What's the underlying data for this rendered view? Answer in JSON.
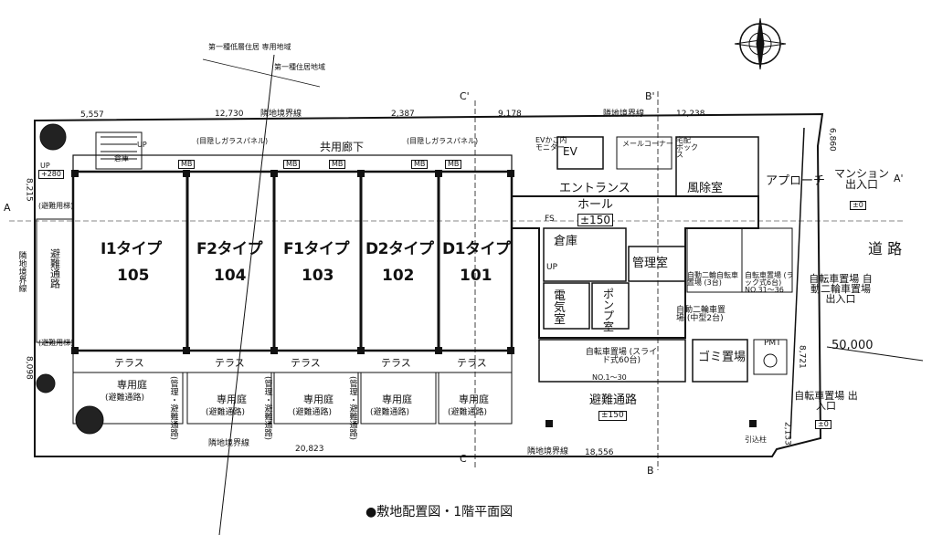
{
  "caption": "●敷地配置図・1階平面図",
  "road": "道 路",
  "road_width": "50,000",
  "units": [
    {
      "type": "I1タイプ",
      "number": "105"
    },
    {
      "type": "F2タイプ",
      "number": "104"
    },
    {
      "type": "F1タイプ",
      "number": "103"
    },
    {
      "type": "D2タイプ",
      "number": "102"
    },
    {
      "type": "D1タイプ",
      "number": "101"
    }
  ],
  "terrace": "テラス",
  "private_garden": "専用庭",
  "private_garden_note": "(避難通路)",
  "corridor": "共用廊下",
  "glass_panel": "(目隠しガラスパネル)",
  "entrance": "エントランス",
  "hall": "ホール",
  "wind_room": "風除室",
  "approach": "アプローチ",
  "mansion_entrance": "マンション 出入口",
  "storage": "倉庫",
  "management_room": "管理室",
  "electric_room": "電気室",
  "pump_room": "ポンプ室",
  "ev": "EV",
  "ev_monitor": "EVかご内 モニター",
  "mail_corner": "メールコーナー",
  "delivery_box": "宅配 ボックス",
  "trash": "ゴミ置場",
  "evac_path": "避難通路",
  "evac_path_left": "避難通路",
  "evac_stair": "(避難用梯)",
  "evac_stair2": "(避難用梯)",
  "bicycle_parking": "自転車置場 (スライド式60台)",
  "bicycle_no": "NO.1〜30",
  "bike_mid": "自動二輪車置場 (中型2台)",
  "bike_3": "自動二輪自転車置場 (3台)",
  "bike_rack": "自転車置場 (ラック式6台) NO.31〜36",
  "bike_entrance_right": "自転車置場 自動二輪車置場 出入口",
  "bike_entrance_bottom": "自転車置場 出入口",
  "pmt": "PMT",
  "warehouse_small": "倉庫",
  "up": "UP",
  "mb": "MB",
  "fs": "FS",
  "level_150": "±150",
  "level_280": "+280",
  "level_0": "±0",
  "boundary": "隣地境界線",
  "zone1": "第一種低層住居 専用地域",
  "zone2": "第一種住居地域",
  "dims_top": [
    "5,557",
    "12,730",
    "2,387",
    "9,178",
    "12,238"
  ],
  "dims_bottom": [
    "20,823",
    "18,556"
  ],
  "dims_left": [
    "8,215",
    "8,098"
  ],
  "dims_right": [
    "6,860",
    "8,721",
    "2,133"
  ],
  "section_marks": [
    "C'",
    "B'",
    "A",
    "A'",
    "C",
    "B"
  ],
  "mgmt_note": "(管理・避難通路)",
  "mgmt_hikiko": "引込柱"
}
